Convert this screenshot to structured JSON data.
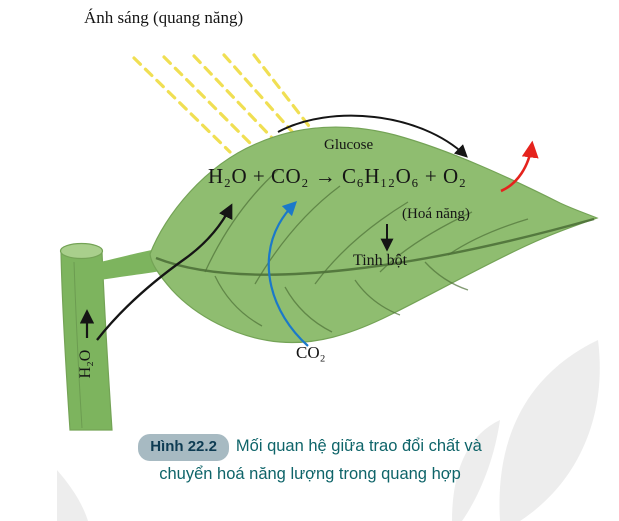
{
  "labels": {
    "light": "Ánh sáng (quang năng)",
    "equation": "H₂O + CO₂ → C₆H₁₂O₆ + O₂",
    "glucose": "Glucose",
    "chemical_energy": "(Hoá năng)",
    "starch": "Tinh bột",
    "co2_in": "CO₂",
    "h2o_in": "H₂O"
  },
  "caption": {
    "figure_badge": "Hình 22.2",
    "text_line1": "Mối quan hệ giữa trao đổi chất và",
    "text_line2": "chuyển hoá năng lượng trong quang hợp"
  },
  "colors": {
    "leaf": "#8fbd70",
    "leaf_stroke": "#74a356",
    "stem": "#7db45e",
    "stem_cap": "#a9cf8c",
    "vein": "#4e7138",
    "ray": "#f0de4a",
    "ink": "#151515",
    "red": "#e5231d",
    "blue": "#1b79c9",
    "caption": "#0e6469",
    "badge_bg": "#a7bac2",
    "badge_text": "#0d3b52",
    "watermark": "#ededed"
  }
}
